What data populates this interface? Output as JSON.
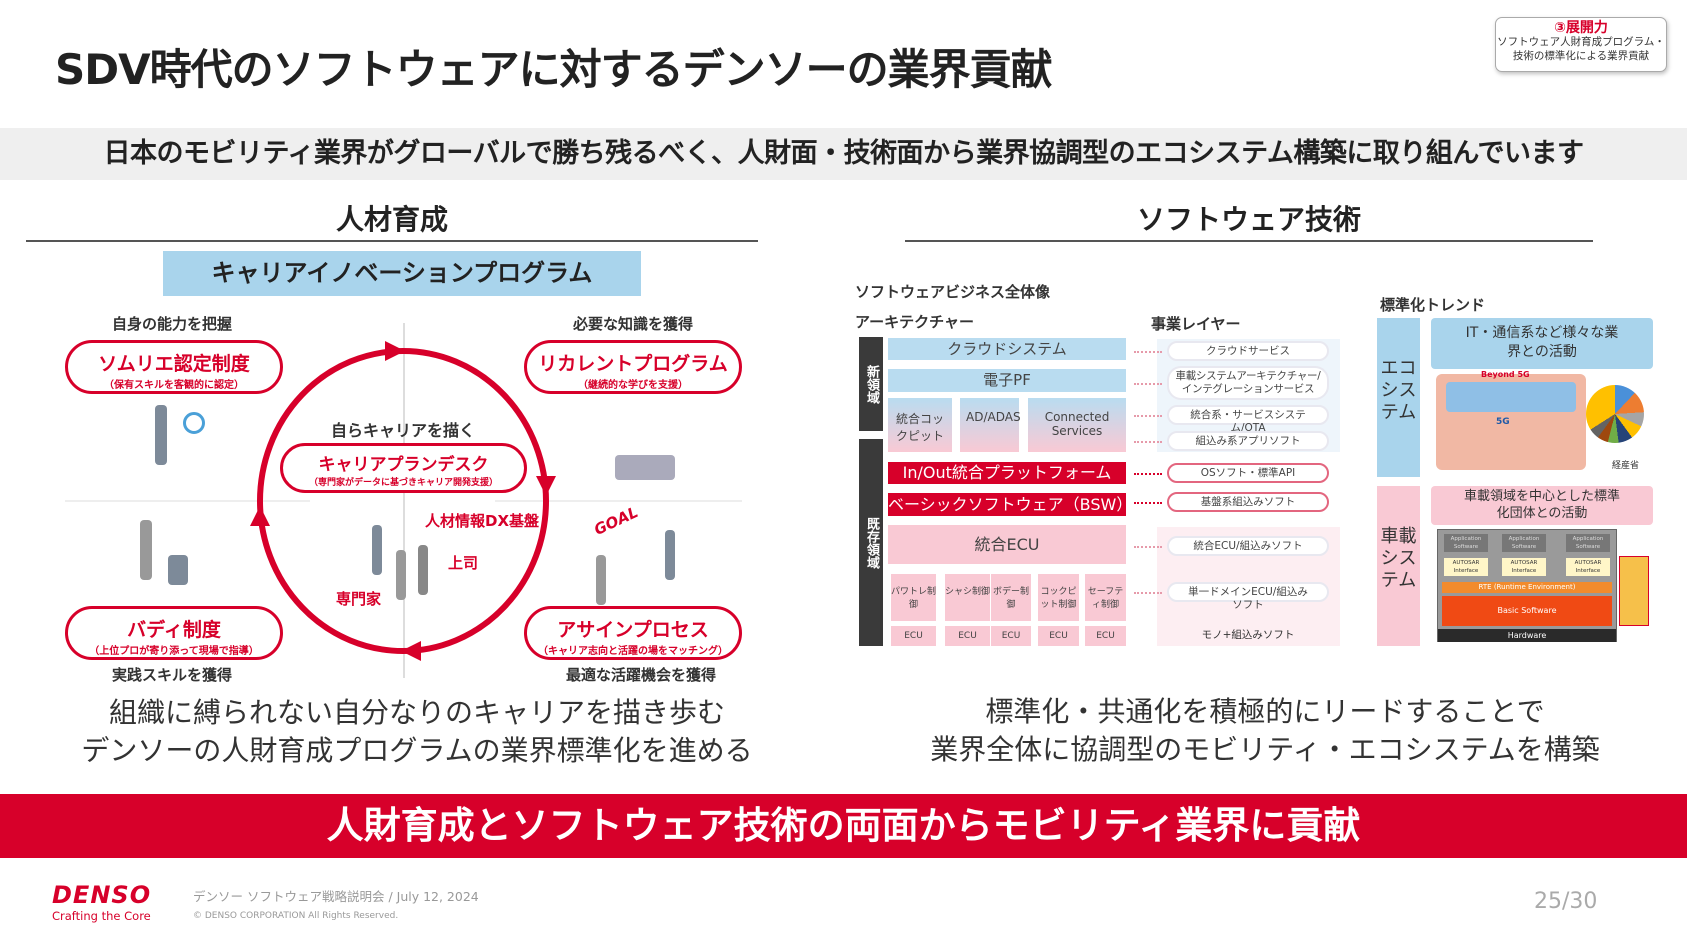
{
  "header": {
    "title": "SDV時代のソフトウェアに対するデンソーの業界貢献",
    "badge": {
      "number": "③展開力",
      "line1": "ソフトウェア人財育成プログラム・",
      "line2": "技術の標準化による業界貢献"
    }
  },
  "band": "日本のモビリティ業界がグローバルで勝ち残るべく、人財面・技術面から業界協調型のエコシステム構築に取り組んでいます",
  "left": {
    "heading": "人材育成",
    "program": "キャリアイノベーションプログラム",
    "tl_label": "自身の能力を把握",
    "tr_label": "必要な知識を獲得",
    "bl_label": "実践スキルを獲得",
    "br_label": "最適な活躍機会を獲得",
    "sommelier": {
      "title": "ソムリエ認定制度",
      "sub": "（保有スキルを客観的に認定）"
    },
    "recurrent": {
      "title": "リカレントプログラム",
      "sub": "（継続的な学びを支援）"
    },
    "buddy": {
      "title": "バディ制度",
      "sub": "（上位プロが寄り添って現場で指導）"
    },
    "assign": {
      "title": "アサインプロセス",
      "sub": "（キャリア志向と活躍の場をマッチング）"
    },
    "center_label": "自らキャリアを描く",
    "desk": {
      "title": "キャリアプランデスク",
      "sub": "（専門家がデータに基づきキャリア開発支援）"
    },
    "dx": "人材情報DX基盤",
    "boss": "上司",
    "expert": "専門家",
    "goal": "GOAL",
    "caption1": "組織に縛られない自分なりのキャリアを描き歩む",
    "caption2": "デンソーの人財育成プログラムの業界標準化を進める"
  },
  "right": {
    "heading": "ソフトウェア技術",
    "biz_title": "ソフトウェアビジネス全体像",
    "arch_title": "アーキテクチャー",
    "layer_title": "事業レイヤー",
    "new_domain": "新領域",
    "existing_domain": "既存領域",
    "cloud": "クラウドシステム",
    "epf": "電子PF",
    "cockpit": "統合コックピット",
    "adas": "AD/ADAS",
    "connected": "Connected Services",
    "inout": "In/Out統合プラットフォーム",
    "bsw": "ベーシックソフトウェア（BSW）",
    "ecu": "統合ECU",
    "small_blocks": [
      "パワトレ制御",
      "シャシ制御",
      "ボデー制御",
      "コックピット制御",
      "セーフティ制御"
    ],
    "ecu_label": "ECU",
    "layers": [
      "クラウドサービス",
      "車載システムアーキテクチャー/インテグレーションサービス",
      "統合系・サービスシステム/OTA",
      "組込み系アプリソフト",
      "OSソフト・標準API",
      "基盤系組込みソフト",
      "統合ECU/組込みソフト",
      "単一ドメインECU/組込みソフト",
      "モノ+組込みソフト"
    ],
    "std_title": "標準化トレンド",
    "eco": "エコシステム",
    "eco_box": "IT・通信系など様々な業界との活動",
    "beyond": "Beyond 5G",
    "fiveg": "5G",
    "meti": "経産省",
    "car": "車載システム",
    "car_box": "車載領域を中心とした標準化団体との活動",
    "autosar": {
      "app": "Application Software",
      "iface": "AUTOSAR Interface",
      "rte": "RTE (Runtime Environment)",
      "bsw": "Basic Software",
      "hw": "Hardware"
    },
    "caption1": "標準化・共通化を積極的にリードすることで",
    "caption2": "業界全体に協調型のモビリティ・エコシステムを構築"
  },
  "conclusion": "人財育成とソフトウェア技術の両面からモビリティ業界に貢献",
  "footer": {
    "logo": "DENSO",
    "tagline": "Crafting the Core",
    "event": "デンソー ソフトウェア戦略説明会 / July 12, 2024",
    "copyright": "© DENSO CORPORATION All Rights Reserved.",
    "page": "25/30"
  },
  "colors": {
    "brand_red": "#d7002a",
    "light_blue": "#a9d4ec",
    "pink": "#f9c9d4"
  }
}
